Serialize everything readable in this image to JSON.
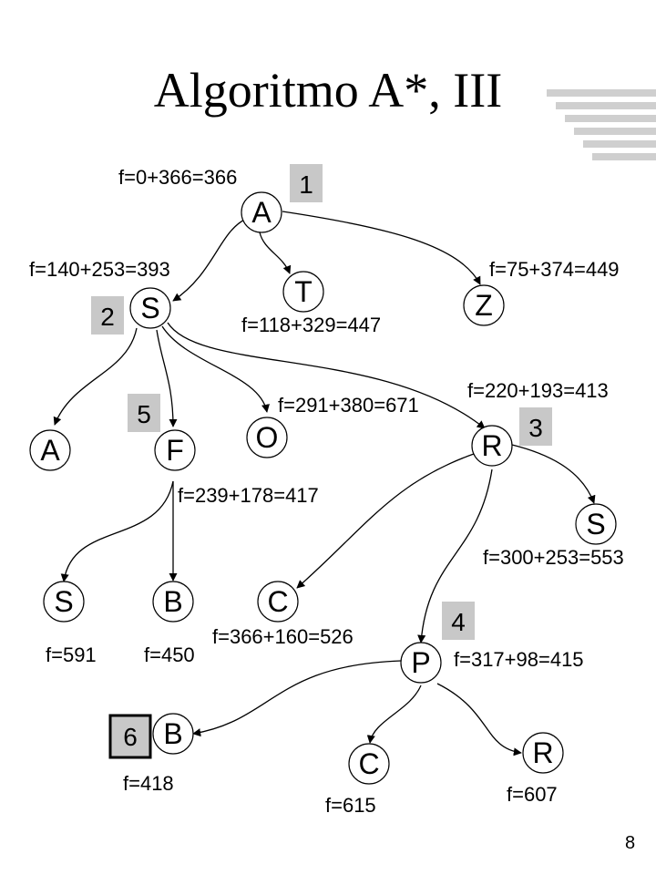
{
  "title": "Algoritmo A*, III",
  "page_number": "8",
  "colors": {
    "badge_fill": "#c8c8c8",
    "deco_bar": "#cfcfcf",
    "node_stroke": "#000000",
    "edge": "#000000"
  },
  "nodes": {
    "A_root": "A",
    "T": "T",
    "S": "S",
    "Z": "Z",
    "A2": "A",
    "F": "F",
    "O": "O",
    "R": "R",
    "S2": "S",
    "S3": "S",
    "B": "B",
    "C": "C",
    "P": "P",
    "B2": "B",
    "C2": "C",
    "R2": "R"
  },
  "f_labels": {
    "A_root": "f=0+366=366",
    "S": "f=140+253=393",
    "Z": "f=75+374=449",
    "T": "f=118+329=447",
    "R": "f=220+193=413",
    "O": "f=291+380=671",
    "F": "f=239+178=417",
    "S2": "f=300+253=553",
    "C": "f=366+160=526",
    "P": "f=317+98=415",
    "S3": "f=591",
    "B": "f=450",
    "B2": "f=418",
    "R2": "f=607",
    "C2": "f=615"
  },
  "badges": {
    "b1": "1",
    "b2": "2",
    "b3": "3",
    "b4": "4",
    "b5": "5",
    "b6": "6"
  }
}
